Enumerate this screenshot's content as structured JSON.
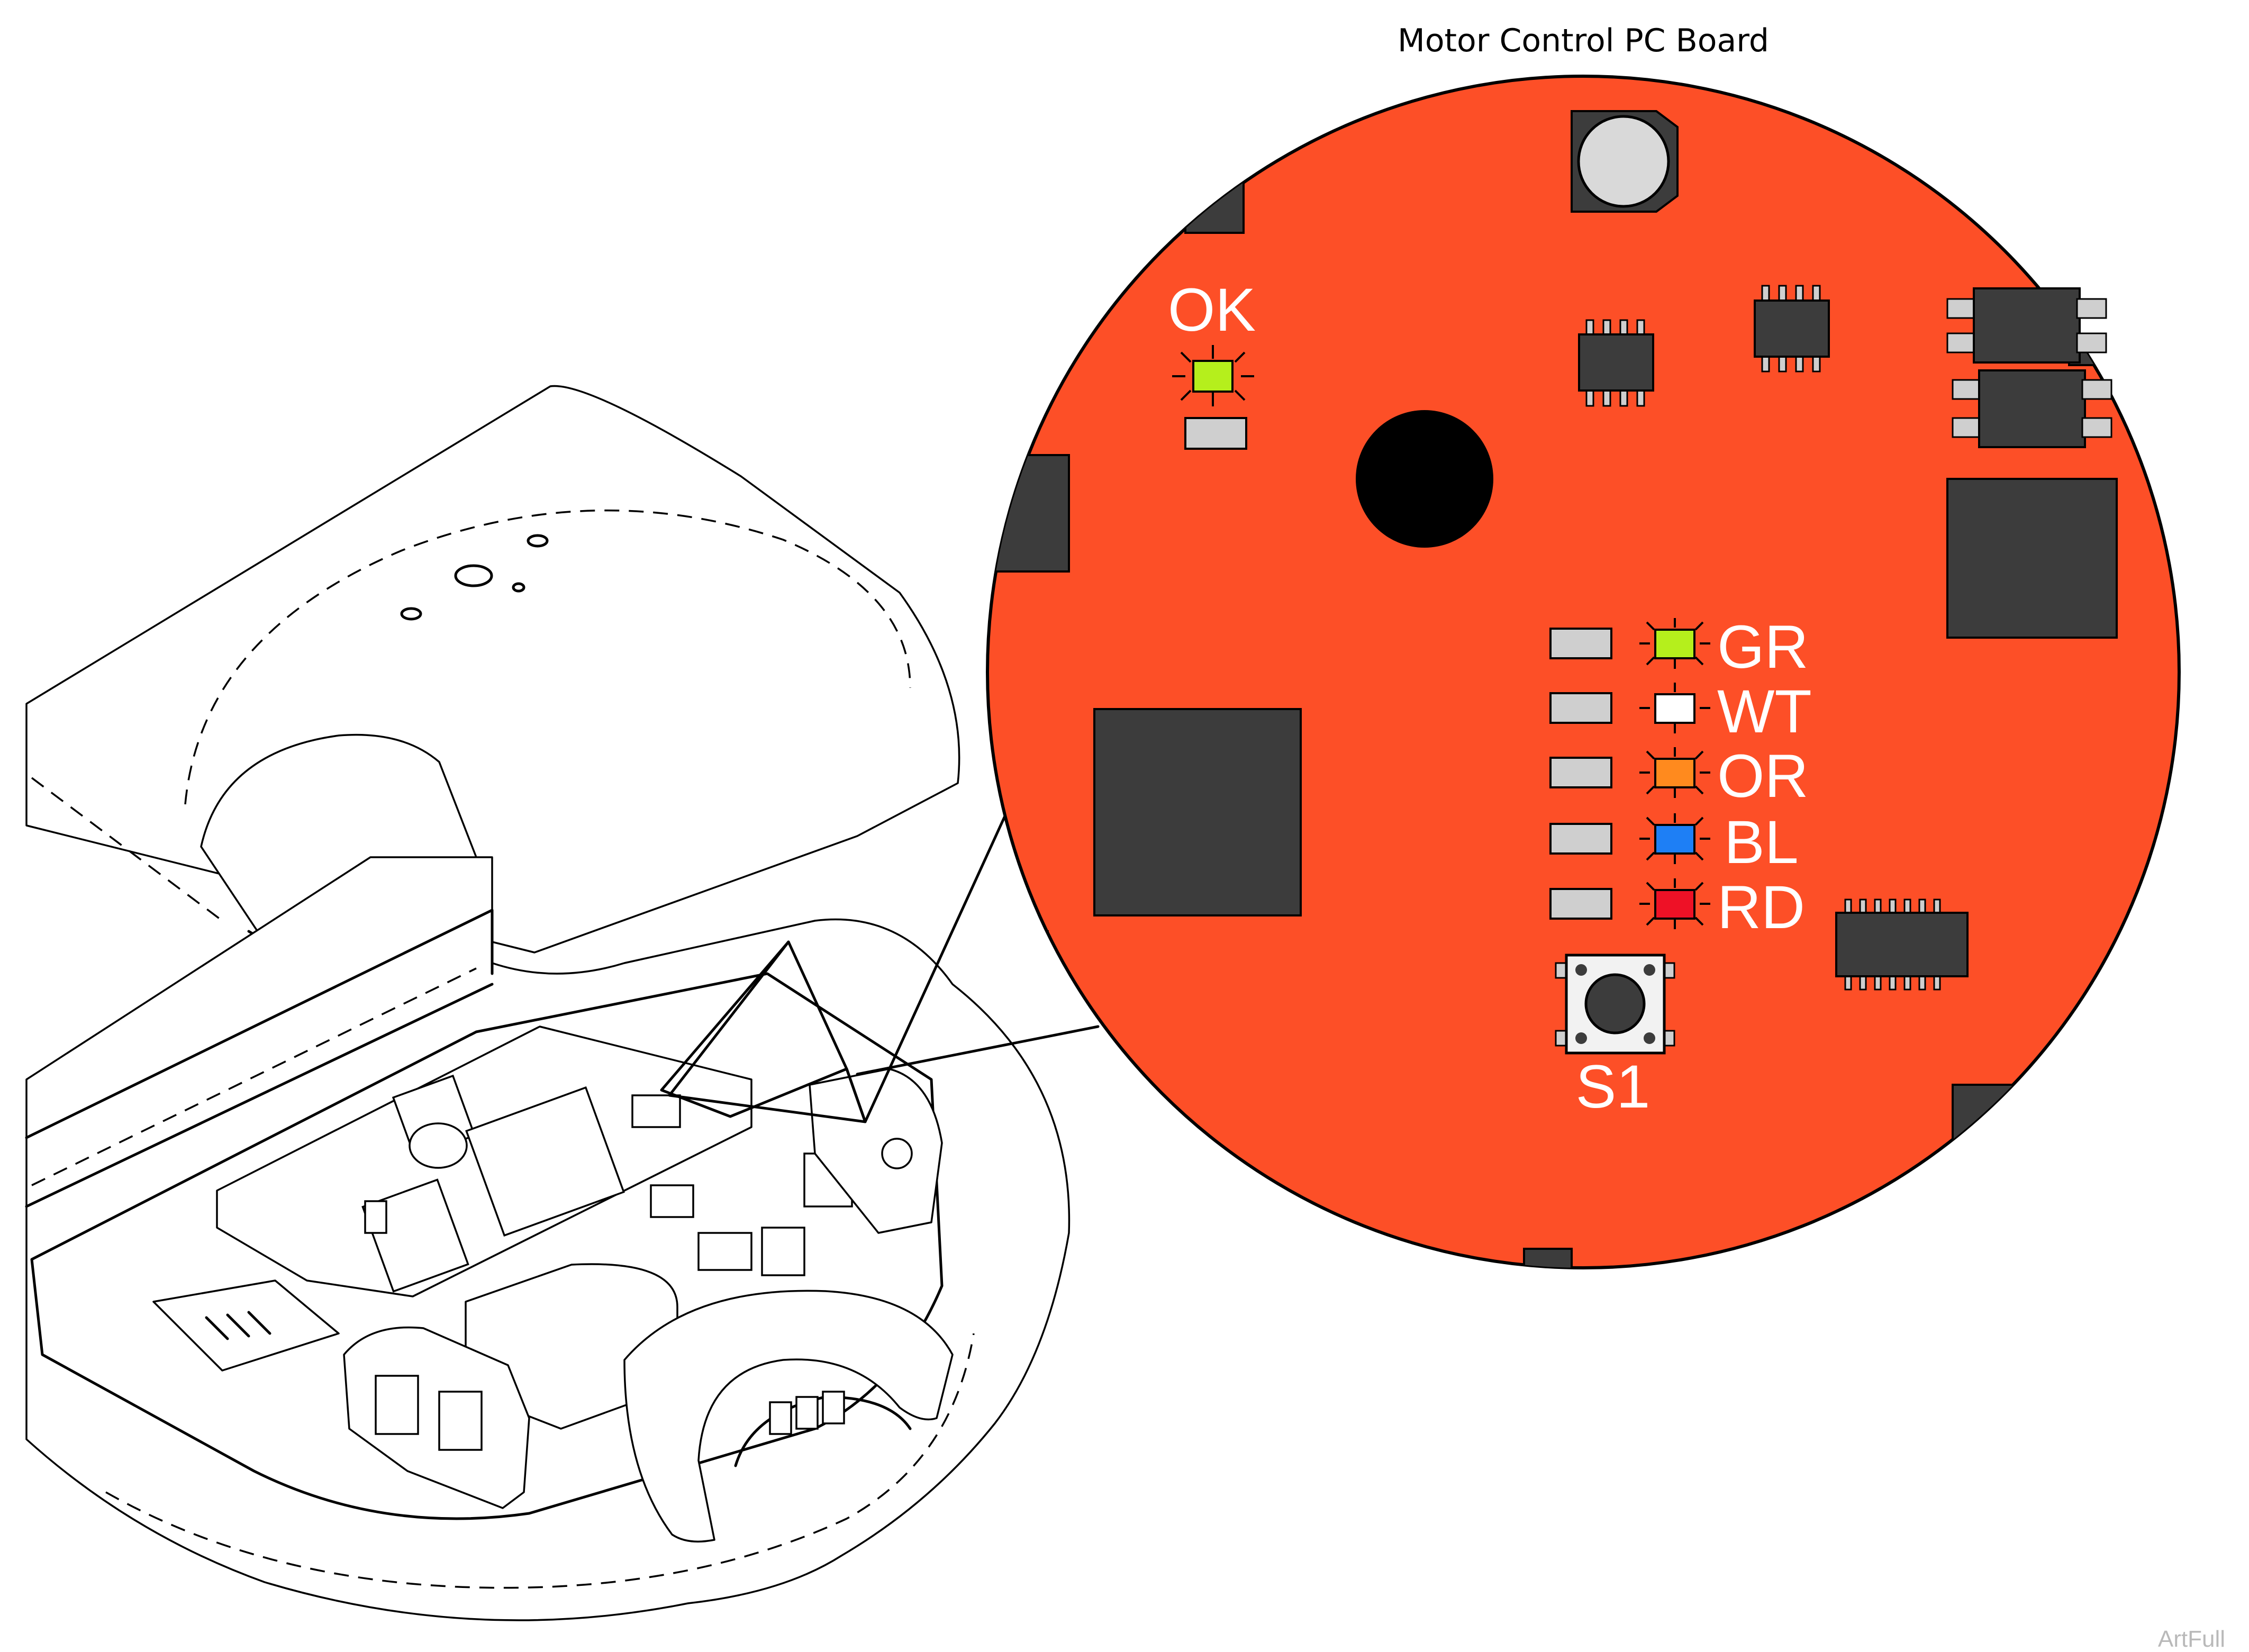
{
  "title": "Motor Control PC Board",
  "leds": {
    "ok": {
      "label": "OK",
      "color": "#b5ef1c"
    },
    "gr": {
      "label": "GR",
      "color": "#b5ef1c"
    },
    "wt": {
      "label": "WT",
      "color": "#ffffff"
    },
    "or": {
      "label": "OR",
      "color": "#ff8a1e"
    },
    "bl": {
      "label": "BL",
      "color": "#1e7ff5"
    },
    "rd": {
      "label": "RD",
      "color": "#ee1126"
    }
  },
  "switch": {
    "label": "S1"
  },
  "board_color": "#fd4f27",
  "watermark": "ArtFull"
}
